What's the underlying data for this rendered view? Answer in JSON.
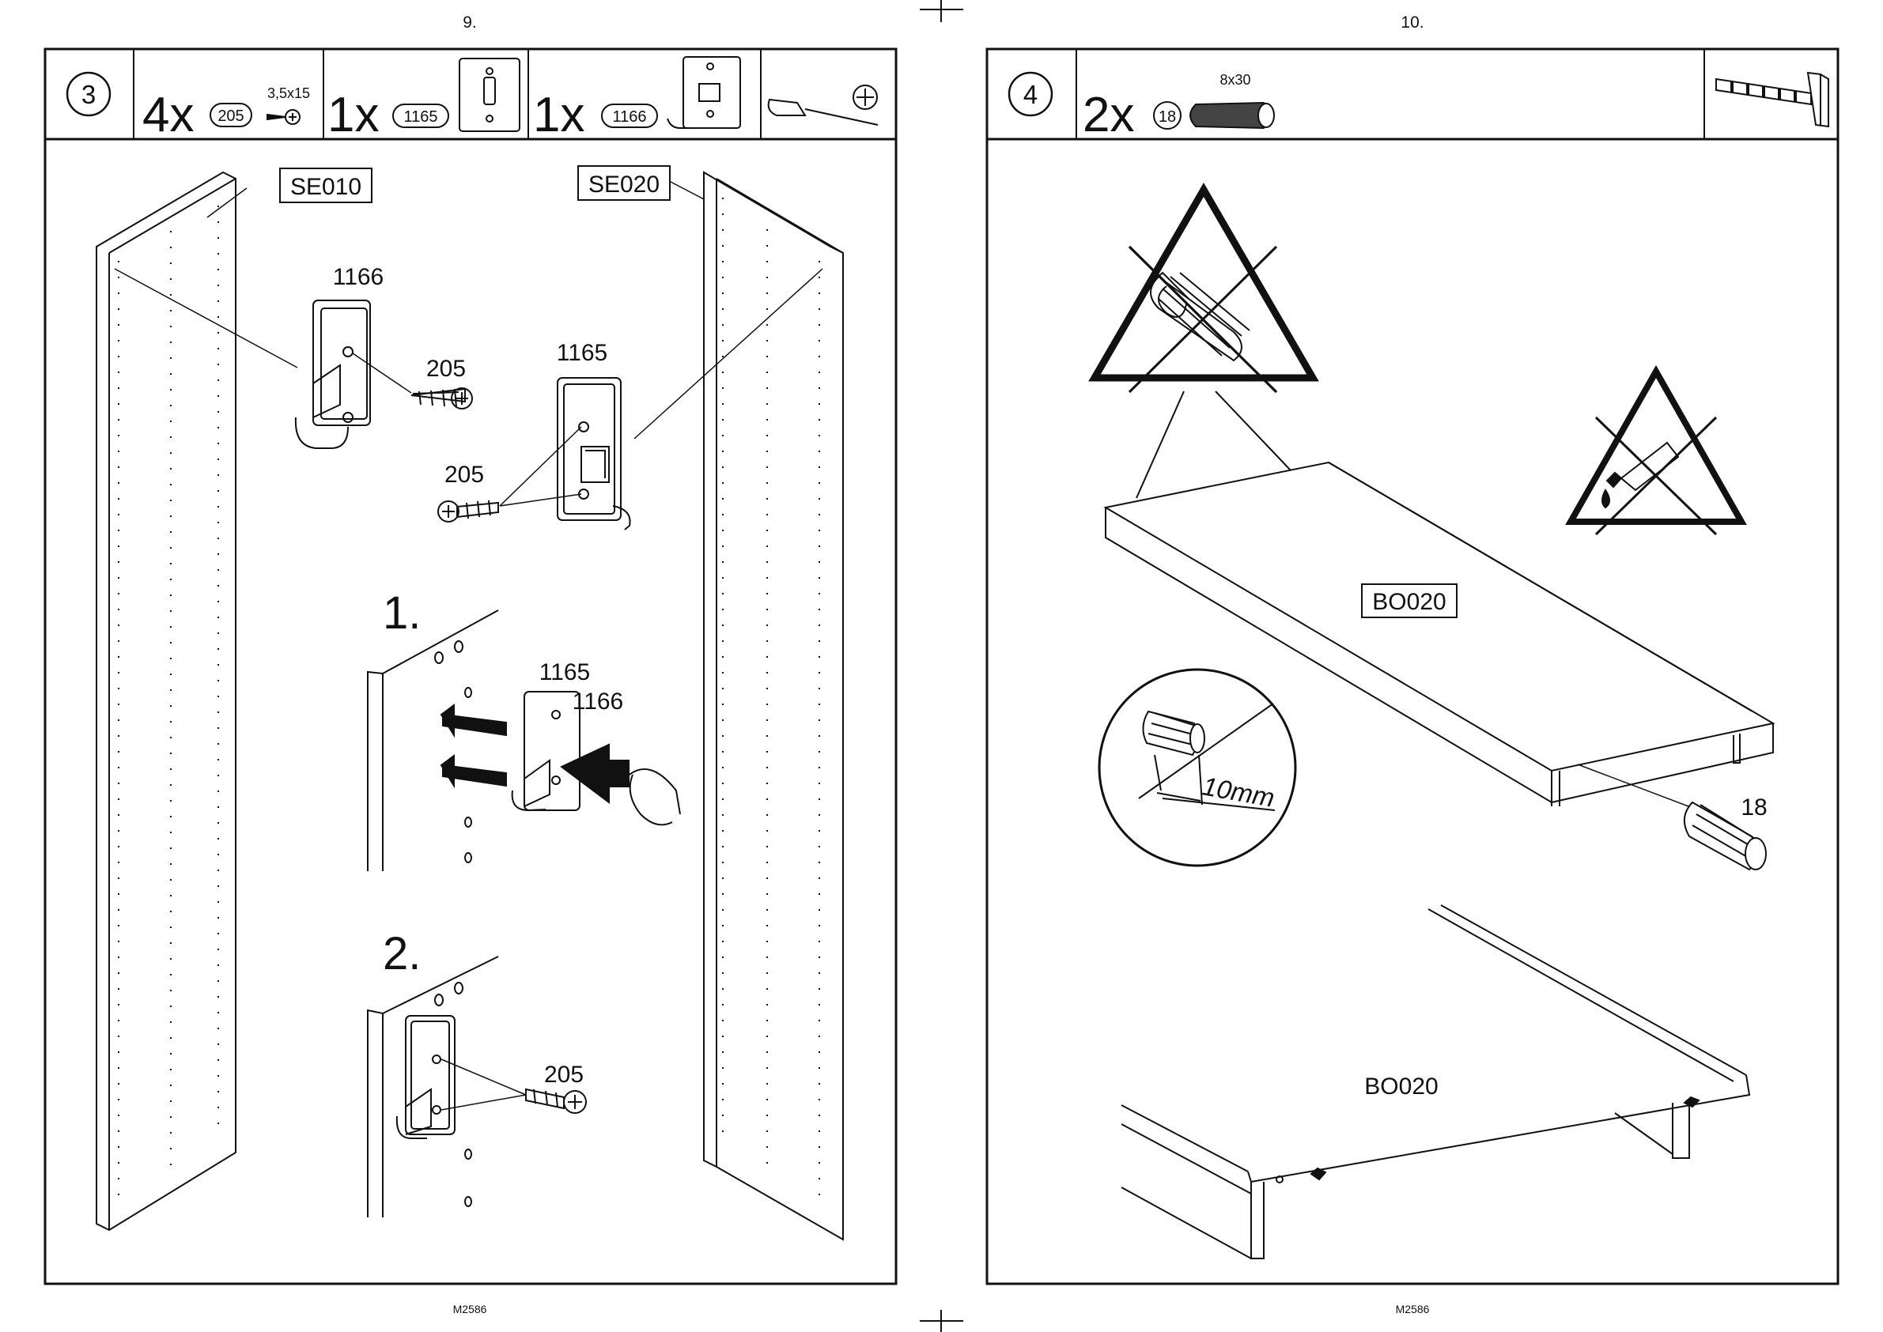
{
  "pages": [
    {
      "page_number": "9.",
      "footer": "M2586",
      "step": "3",
      "parts": [
        {
          "qty": "4x",
          "code": "205",
          "size": "3,5x15"
        },
        {
          "qty": "1x",
          "code": "1165"
        },
        {
          "qty": "1x",
          "code": "1166"
        }
      ],
      "labels": {
        "panel_left": "SE010",
        "panel_right": "SE020",
        "bracket_a": "1166",
        "screw_a": "205",
        "bracket_b": "1165",
        "screw_b": "205",
        "sub_step_1": "1.",
        "sub1_part_a": "1165",
        "sub1_part_b": "1166",
        "sub_step_2": "2.",
        "sub2_screw": "205"
      }
    },
    {
      "page_number": "10.",
      "footer": "M2586",
      "step": "4",
      "parts": [
        {
          "qty": "2x",
          "code": "18",
          "size": "8x30"
        }
      ],
      "labels": {
        "board_top": "BO020",
        "board_bottom": "BO020",
        "dowel": "18",
        "depth": "10mm"
      }
    }
  ]
}
